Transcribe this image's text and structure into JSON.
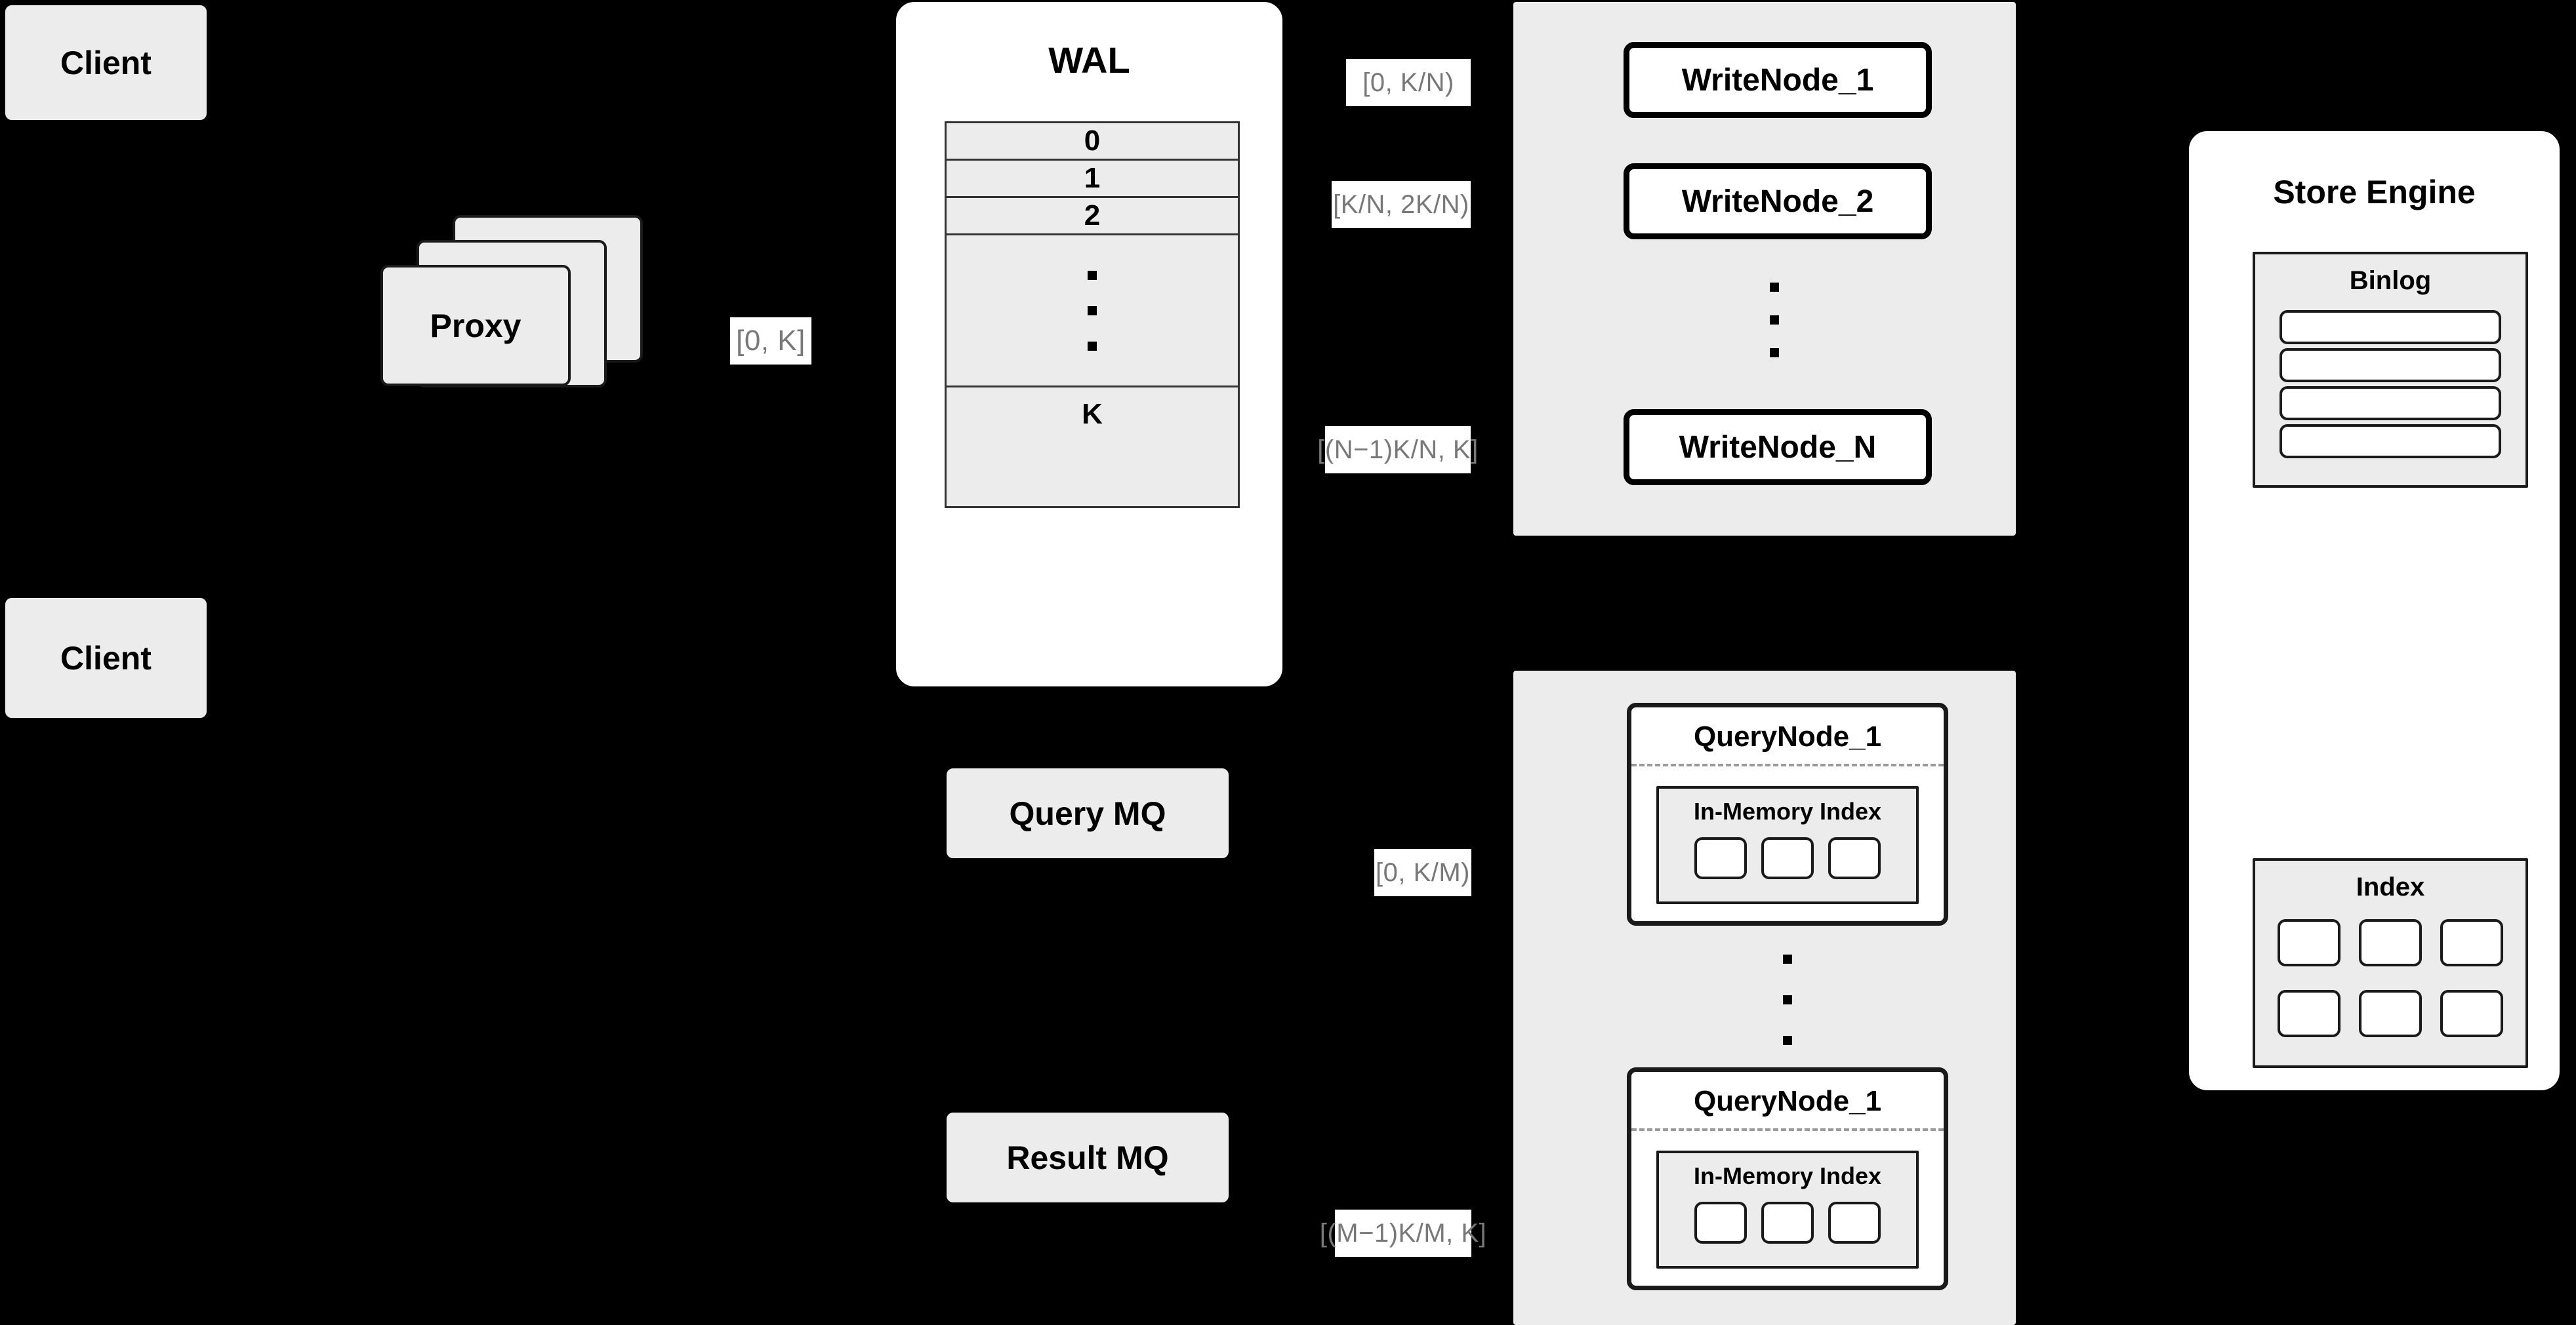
{
  "diagram": {
    "title": "Distributed Vector Database Write/Query Architecture",
    "background_color": "#000000",
    "box_fill": "#ececec",
    "panel_fill": "#ffffff",
    "label_text_color": "#787878",
    "stroke_color": "#000000"
  },
  "clients": [
    {
      "label": "Client"
    },
    {
      "label": "Client"
    }
  ],
  "proxy": {
    "label": "Proxy",
    "stack_count": 3
  },
  "edge_labels": {
    "proxy_to_wal": "[0, K]",
    "write_node_1": "[0,  K/N)",
    "write_node_2": "[K/N, 2K/N)",
    "write_node_n": "[(N−1)K/N,  K]",
    "query_node_1": "[0, K/M)",
    "query_node_m": "[(M−1)K/M, K]"
  },
  "wal": {
    "title": "WAL",
    "rows": [
      "0",
      "1",
      "2"
    ],
    "ellipsis_dots": 3,
    "last_row": "K"
  },
  "write_nodes": {
    "nodes": [
      {
        "label": "WriteNode_1"
      },
      {
        "label": "WriteNode_2"
      },
      {
        "label": "WriteNode_N"
      }
    ],
    "ellipsis_dots": 3
  },
  "message_queues": [
    {
      "label": "Query MQ"
    },
    {
      "label": "Result MQ"
    }
  ],
  "query_nodes": {
    "nodes": [
      {
        "label": "QueryNode_1",
        "index_label": "In-Memory Index",
        "cells": 3
      },
      {
        "label": "QueryNode_1",
        "index_label": "In-Memory Index",
        "cells": 3
      }
    ],
    "ellipsis_dots": 3
  },
  "store_engine": {
    "title": "Store Engine",
    "binlog": {
      "title": "Binlog",
      "bars": 4
    },
    "index": {
      "title": "Index",
      "rows": 2,
      "cols": 3
    }
  }
}
